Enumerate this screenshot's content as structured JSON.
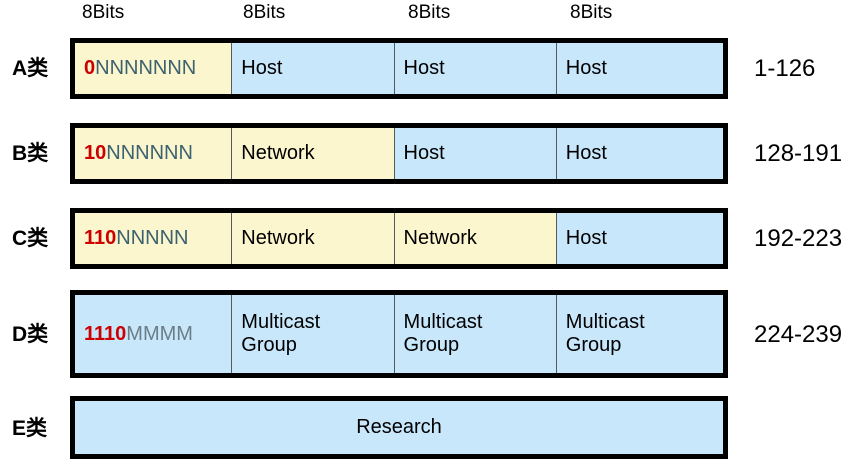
{
  "header": {
    "bit_labels": [
      "8Bits",
      "8Bits",
      "8Bits",
      "8Bits"
    ]
  },
  "colors": {
    "network_cell": "#fcf6ce",
    "host_cell": "#c8e7fb",
    "fixed_bits": "#cc0000",
    "n_bits": "#3c6270",
    "m_bits": "#6d7d87",
    "border": "#000000"
  },
  "rows": [
    {
      "class_label": "A类",
      "range": "1-126",
      "cells": [
        {
          "fixed": "0",
          "variable": "NNNNNNN",
          "var_kind": "n",
          "fill": "yellow"
        },
        {
          "text": "Host",
          "fill": "blue"
        },
        {
          "text": "Host",
          "fill": "blue"
        },
        {
          "text": "Host",
          "fill": "blue"
        }
      ]
    },
    {
      "class_label": "B类",
      "range": "128-191",
      "cells": [
        {
          "fixed": "10",
          "variable": "NNNNNN",
          "var_kind": "n",
          "fill": "yellow"
        },
        {
          "text": "Network",
          "fill": "yellow"
        },
        {
          "text": "Host",
          "fill": "blue"
        },
        {
          "text": "Host",
          "fill": "blue"
        }
      ]
    },
    {
      "class_label": "C类",
      "range": "192-223",
      "cells": [
        {
          "fixed": "110",
          "variable": "NNNNN",
          "var_kind": "n",
          "fill": "yellow"
        },
        {
          "text": "Network",
          "fill": "yellow"
        },
        {
          "text": "Network",
          "fill": "yellow"
        },
        {
          "text": "Host",
          "fill": "blue"
        }
      ]
    },
    {
      "class_label": "D类",
      "range": "224-239",
      "cells": [
        {
          "fixed": "1110",
          "variable": "MMMM",
          "var_kind": "m",
          "fill": "blue"
        },
        {
          "text": "Multicast\nGroup",
          "fill": "blue"
        },
        {
          "text": "Multicast\nGroup",
          "fill": "blue"
        },
        {
          "text": "Multicast\nGroup",
          "fill": "blue"
        }
      ]
    },
    {
      "class_label": "E类",
      "range": "",
      "cells": [
        {
          "text": "Research",
          "fill": "blue",
          "full_width": true
        }
      ]
    }
  ]
}
